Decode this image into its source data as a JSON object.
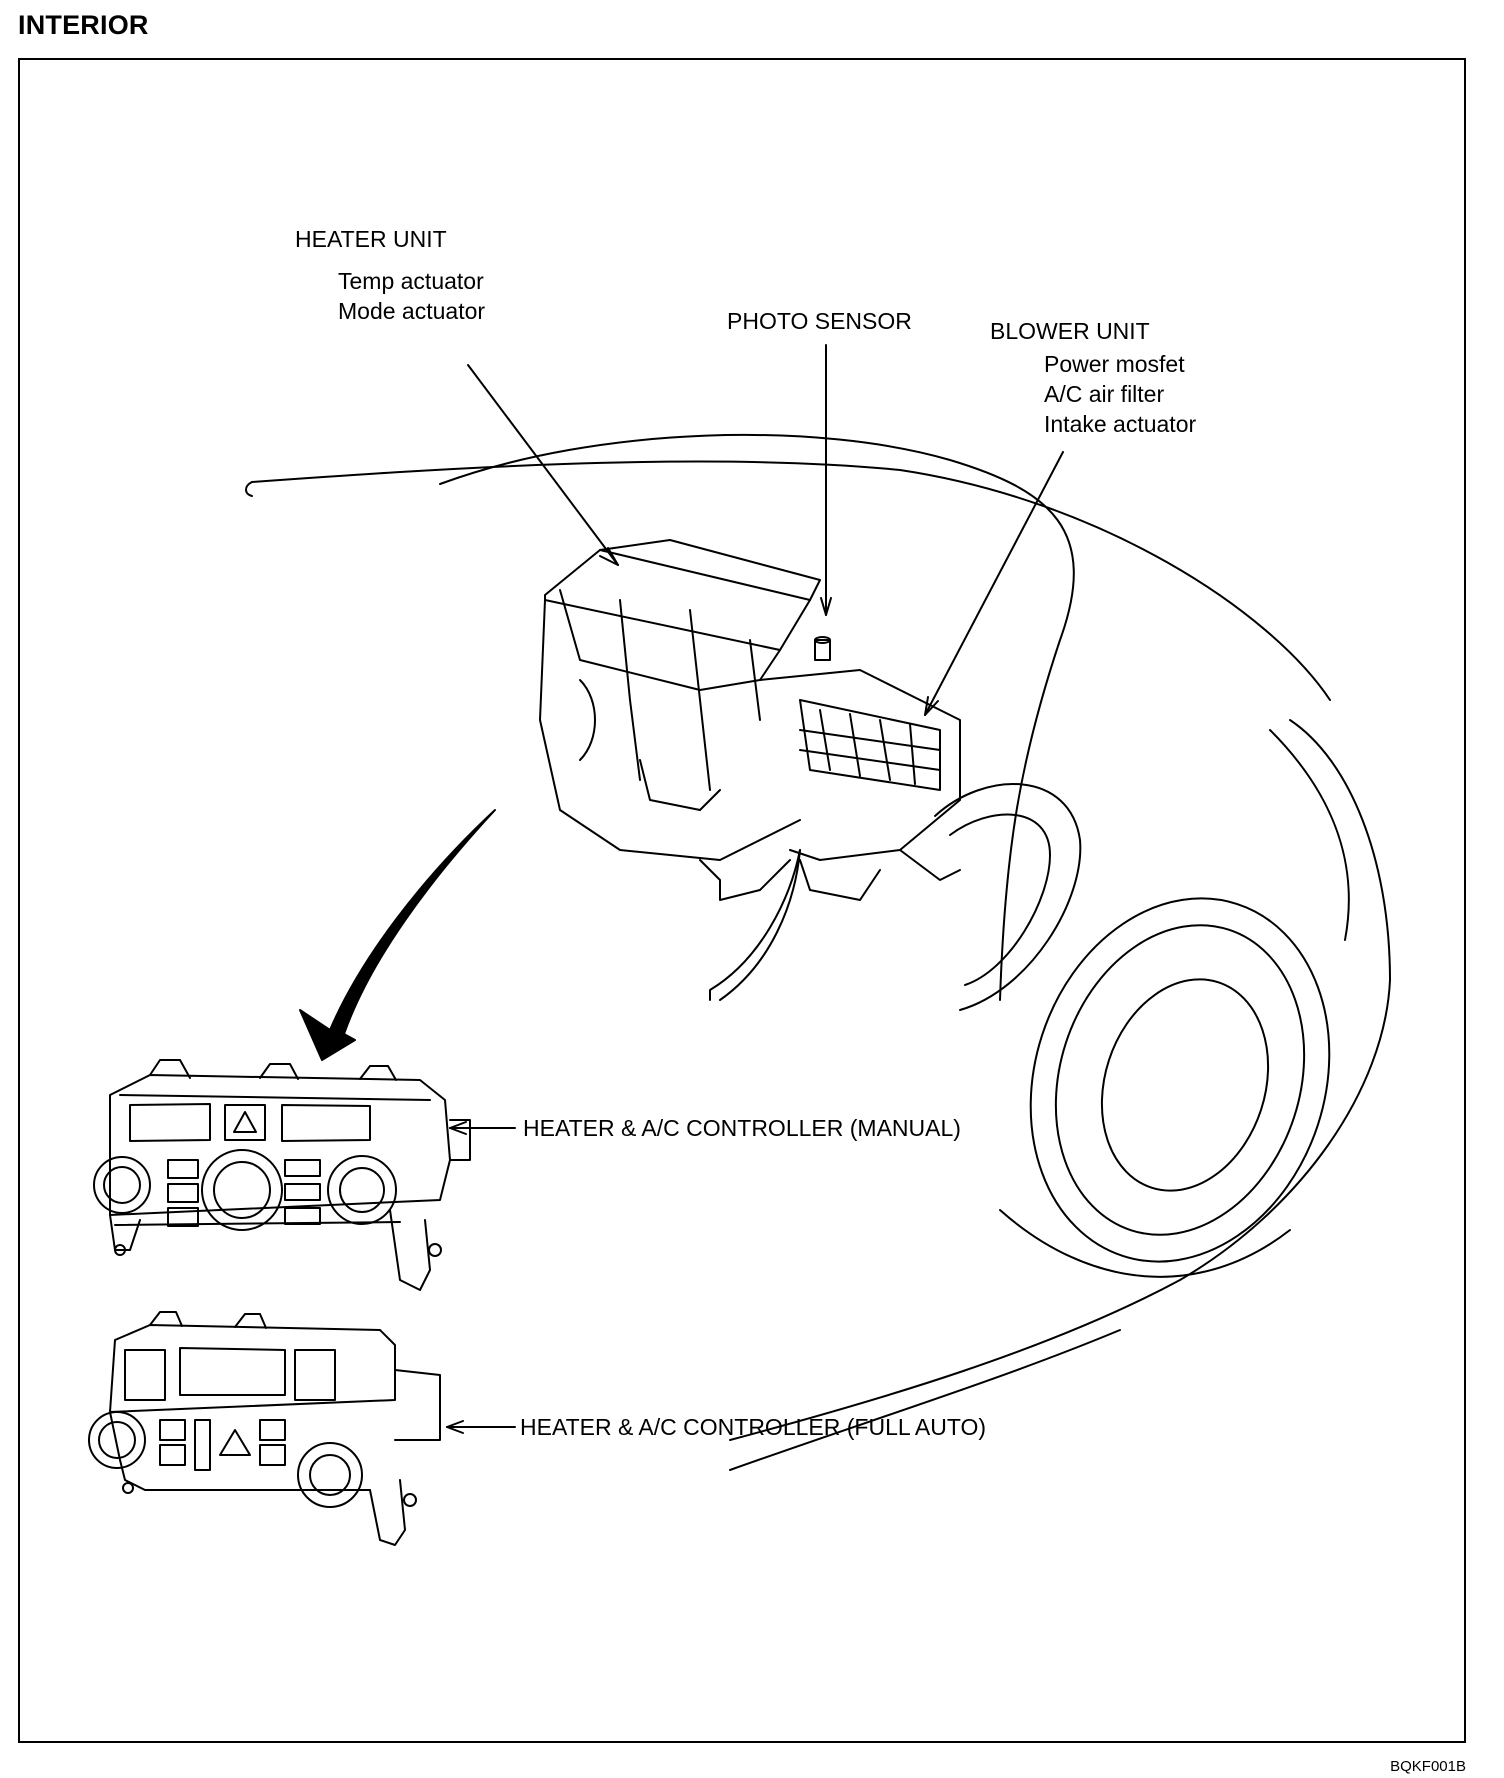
{
  "page_title": "INTERIOR",
  "figure_code": "BQKF001B",
  "labels": {
    "heater_unit": "HEATER UNIT",
    "temp_actuator": "Temp actuator",
    "mode_actuator": "Mode actuator",
    "photo_sensor": "PHOTO SENSOR",
    "blower_unit": "BLOWER UNIT",
    "power_mosfet": "Power mosfet",
    "ac_air_filter": "A/C air filter",
    "intake_actuator": "Intake actuator",
    "controller_manual": "HEATER & A/C CONTROLLER (MANUAL)",
    "controller_full_auto": "HEATER & A/C CONTROLLER (FULL AUTO)"
  },
  "colors": {
    "line": "#000000",
    "background": "#ffffff"
  }
}
